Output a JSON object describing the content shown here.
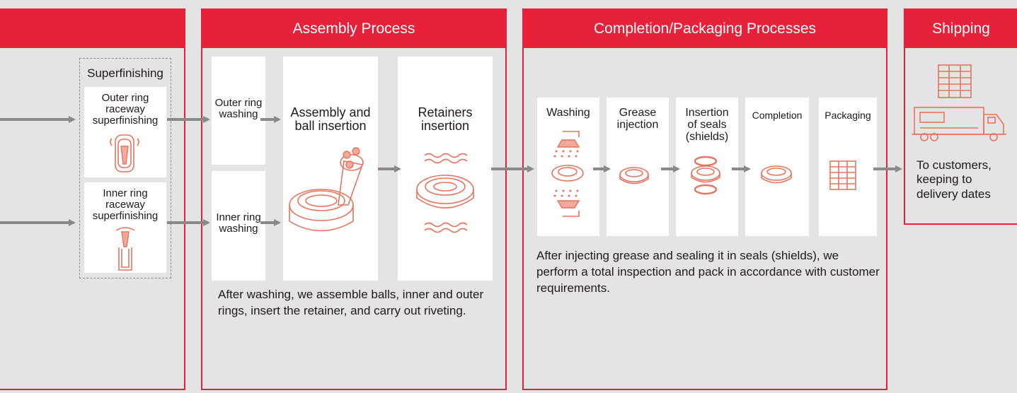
{
  "sections": {
    "assembly": {
      "title": "Assembly Process"
    },
    "completion": {
      "title": "Completion/Packaging Processes"
    },
    "shipping": {
      "title": "Shipping"
    }
  },
  "superfinishing": {
    "title": "Superfinishing",
    "outer": "Outer ring\nraceway\nsuperfinishing",
    "inner": "Inner ring\nraceway\nsuperfinishing"
  },
  "assembly": {
    "outer_wash": "Outer ring\nwashing",
    "inner_wash": "Inner ring\nwashing",
    "ball_insertion": "Assembly and\nball insertion",
    "retainers": "Retainers\ninsertion",
    "note": "After washing, we assemble balls, inner and outer rings, insert the retainer, and carry out riveting."
  },
  "completion": {
    "steps": [
      "Washing",
      "Grease\ninjection",
      "Insertion\nof seals\n(shields)",
      "Completion",
      "Packaging"
    ],
    "note": "After injecting grease and sealing it in seals (shields), we perform a total inspection and pack in accordance with customer requirements."
  },
  "shipping": {
    "note": "To customers,\nkeeping to\ndelivery dates"
  },
  "colors": {
    "accent": "#e8213a",
    "icon": "#e8735f",
    "arrow": "#898989",
    "background": "#e4e4e4"
  }
}
